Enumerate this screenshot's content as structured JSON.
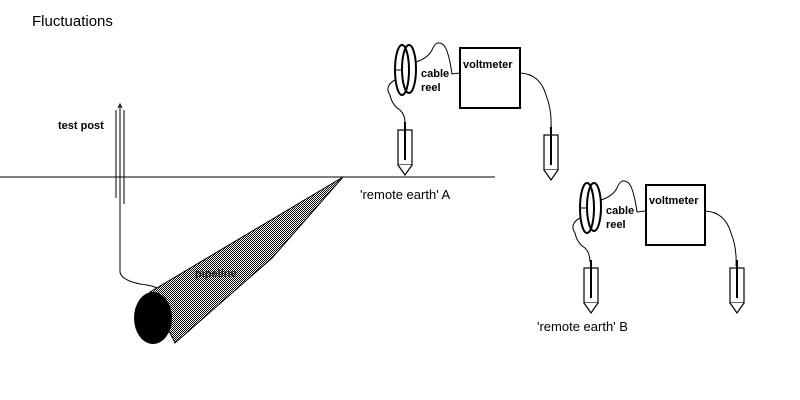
{
  "title": "Fluctuations",
  "labels": {
    "test_post": "test post",
    "pipeline": "pipeline",
    "cable_reel_a": "cable reel",
    "voltmeter_a": "voltmeter",
    "remote_earth_a": "'remote earth' A",
    "cable_reel_b": "cable reel",
    "voltmeter_b": "voltmeter",
    "remote_earth_b": "'remote earth' B"
  }
}
